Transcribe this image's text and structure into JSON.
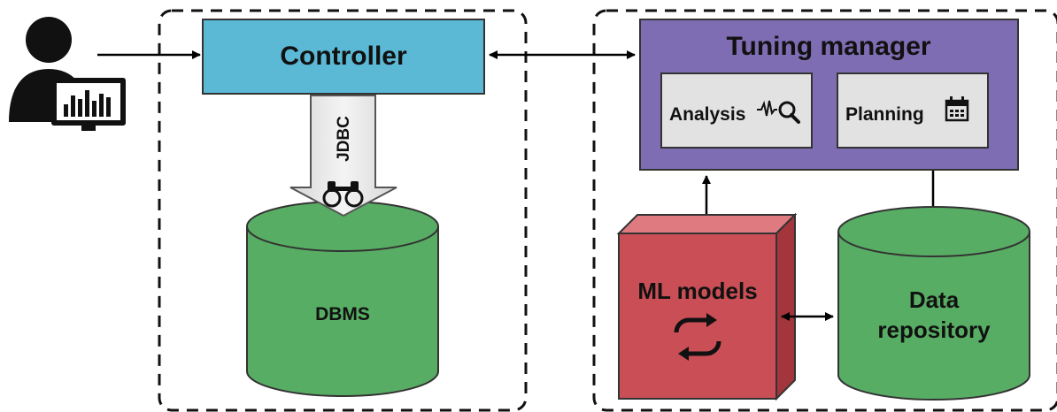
{
  "diagram": {
    "controller": {
      "label": "Controller",
      "color": "#5bb9d6"
    },
    "jdbc": {
      "label": "JDBC",
      "icon": "binoculars-icon"
    },
    "dbms": {
      "label": "DBMS",
      "color": "#58ad64"
    },
    "tuning_manager": {
      "label": "Tuning manager",
      "color": "#7f6db3",
      "analysis": {
        "label": "Analysis",
        "icon": "waveform-search-icon"
      },
      "planning": {
        "label": "Planning",
        "icon": "calendar-icon"
      }
    },
    "ml_models": {
      "label": "ML models",
      "icon": "refresh-cycle-icon",
      "color": "#c94e55"
    },
    "data_repository": {
      "line1": "Data",
      "line2": "repository",
      "color": "#58ad64"
    },
    "user": {
      "icon": "user-with-monitor-icon"
    }
  }
}
